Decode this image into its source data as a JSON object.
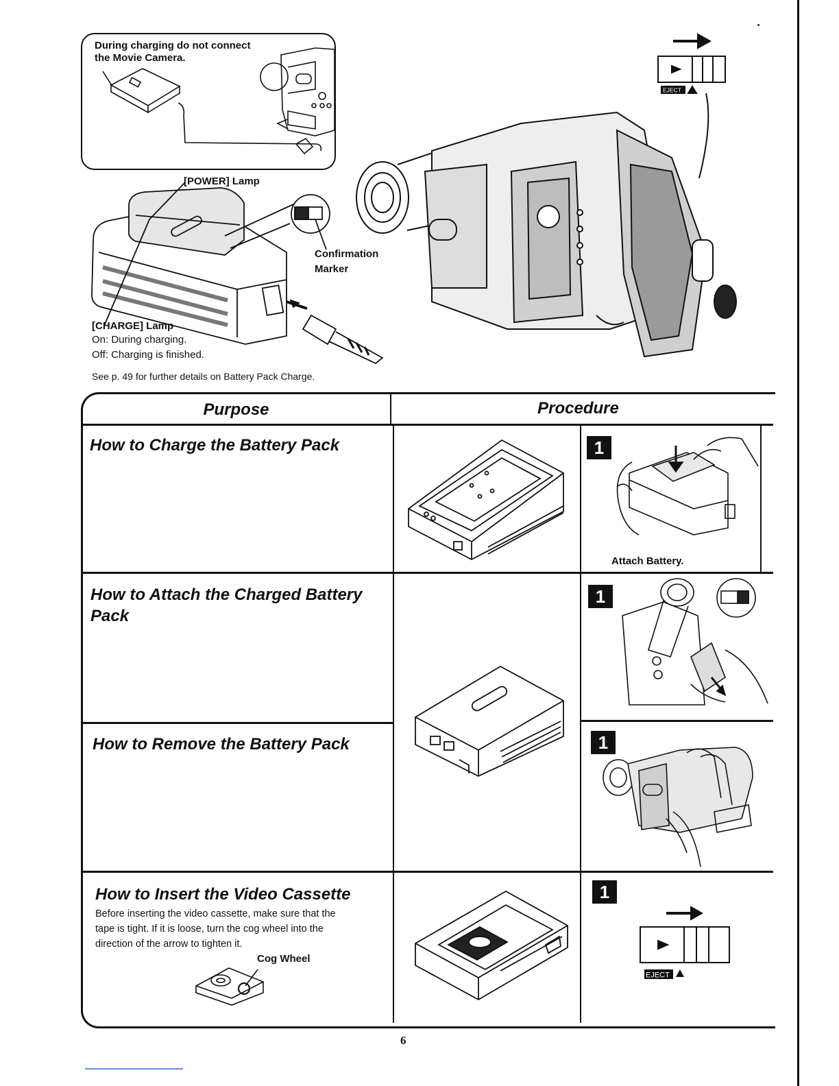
{
  "top": {
    "inset_note": [
      "During charging do not connect",
      "the Movie Camera."
    ],
    "power_lamp": "[POWER] Lamp",
    "confirmation_marker": [
      "Confirmation",
      "Marker"
    ],
    "charge_lamp": "[CHARGE] Lamp",
    "charge_on": "On:  During charging.",
    "charge_off": "Off:  Charging is finished.",
    "see_note": "See p. 49 for further details on Battery Pack Charge.",
    "eject_label": "EJECT▲"
  },
  "table": {
    "headers": {
      "purpose": "Purpose",
      "procedure": "Procedure"
    },
    "rows": [
      {
        "purpose": "How to Charge the Battery Pack",
        "step": "1",
        "caption": "Attach Battery."
      },
      {
        "purpose_lines": [
          "How to Attach the Charged Battery",
          "Pack"
        ],
        "step": "1"
      },
      {
        "purpose": "How to Remove the Battery Pack",
        "step": "1"
      },
      {
        "purpose": "How to Insert the Video Cassette",
        "step": "1",
        "body_lines": [
          "Before inserting the video cassette, make sure that the",
          "tape is tight. If it is loose, turn the cog wheel into the",
          "direction of the arrow to tighten it."
        ],
        "cog_label": "Cog Wheel",
        "eject_label": "EJECT▲"
      }
    ]
  },
  "page_number": "6"
}
